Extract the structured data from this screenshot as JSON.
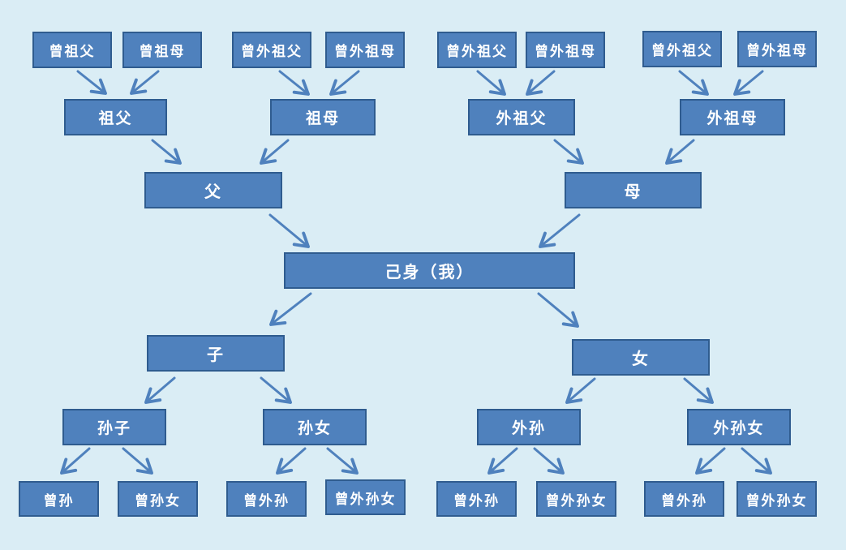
{
  "diagram": {
    "nodes": {
      "ggf_p": "曾祖父",
      "ggm_p": "曾祖母",
      "ggf_pm": "曾外祖父",
      "ggm_pm": "曾外祖母",
      "ggf_mp": "曾外祖父",
      "ggm_mp": "曾外祖母",
      "ggf_mm": "曾外祖父",
      "ggm_mm": "曾外祖母",
      "gf_p": "祖父",
      "gm_p": "祖母",
      "gf_m": "外祖父",
      "gm_m": "外祖母",
      "father": "父",
      "mother": "母",
      "self": "己身（我）",
      "son": "子",
      "daughter": "女",
      "grandson": "孙子",
      "granddaughter": "孙女",
      "ext_grandson": "外孙",
      "ext_granddaughter": "外孙女",
      "ggs_1": "曾孙",
      "ggd_1": "曾孙女",
      "ggs_2": "曾外孙",
      "ggd_2": "曾外孙女",
      "ggs_3": "曾外孙",
      "ggd_3": "曾外孙女",
      "ggs_4": "曾外孙",
      "ggd_4": "曾外孙女"
    },
    "colors": {
      "background": "#daedf5",
      "box_fill": "#4f81bd",
      "box_border": "#2f5c8f",
      "text": "#ffffff",
      "arrow": "#4f81bd"
    }
  }
}
